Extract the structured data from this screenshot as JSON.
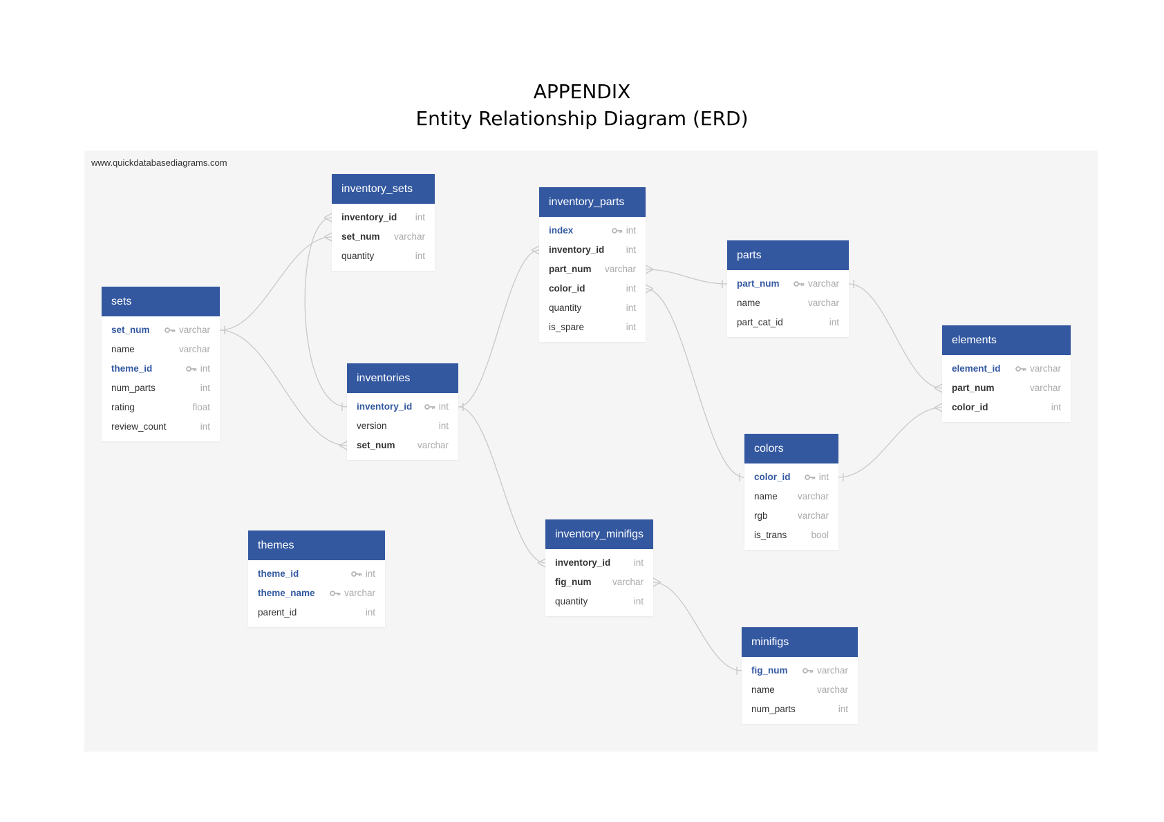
{
  "page": {
    "title_line1": "APPENDIX",
    "title_line2": "Entity Relationship Diagram (ERD)"
  },
  "diagram": {
    "watermark": "www.quickdatabasediagrams.com",
    "colors": {
      "header": "#3358a0",
      "link": "#c8c8c8",
      "background": "#f5f5f5"
    },
    "tables": {
      "inventory_sets": {
        "name": "inventory_sets",
        "columns": [
          {
            "name": "inventory_id",
            "type": "int",
            "pk": false,
            "fk": true
          },
          {
            "name": "set_num",
            "type": "varchar",
            "pk": false,
            "fk": true
          },
          {
            "name": "quantity",
            "type": "int",
            "pk": false,
            "fk": false
          }
        ]
      },
      "inventory_parts": {
        "name": "inventory_parts",
        "columns": [
          {
            "name": "index",
            "type": "int",
            "pk": true,
            "fk": false
          },
          {
            "name": "inventory_id",
            "type": "int",
            "pk": false,
            "fk": true
          },
          {
            "name": "part_num",
            "type": "varchar",
            "pk": false,
            "fk": true
          },
          {
            "name": "color_id",
            "type": "int",
            "pk": false,
            "fk": true
          },
          {
            "name": "quantity",
            "type": "int",
            "pk": false,
            "fk": false
          },
          {
            "name": "is_spare",
            "type": "int",
            "pk": false,
            "fk": false
          }
        ]
      },
      "parts": {
        "name": "parts",
        "columns": [
          {
            "name": "part_num",
            "type": "varchar",
            "pk": true,
            "fk": false
          },
          {
            "name": "name",
            "type": "varchar",
            "pk": false,
            "fk": false
          },
          {
            "name": "part_cat_id",
            "type": "int",
            "pk": false,
            "fk": false
          }
        ]
      },
      "sets": {
        "name": "sets",
        "columns": [
          {
            "name": "set_num",
            "type": "varchar",
            "pk": true,
            "fk": false
          },
          {
            "name": "name",
            "type": "varchar",
            "pk": false,
            "fk": false
          },
          {
            "name": "theme_id",
            "type": "int",
            "pk": true,
            "fk": false
          },
          {
            "name": "num_parts",
            "type": "int",
            "pk": false,
            "fk": false
          },
          {
            "name": "rating",
            "type": "float",
            "pk": false,
            "fk": false
          },
          {
            "name": "review_count",
            "type": "int",
            "pk": false,
            "fk": false
          }
        ]
      },
      "elements": {
        "name": "elements",
        "columns": [
          {
            "name": "element_id",
            "type": "varchar",
            "pk": true,
            "fk": false
          },
          {
            "name": "part_num",
            "type": "varchar",
            "pk": false,
            "fk": true
          },
          {
            "name": "color_id",
            "type": "int",
            "pk": false,
            "fk": true
          }
        ]
      },
      "inventories": {
        "name": "inventories",
        "columns": [
          {
            "name": "inventory_id",
            "type": "int",
            "pk": true,
            "fk": false
          },
          {
            "name": "version",
            "type": "int",
            "pk": false,
            "fk": false
          },
          {
            "name": "set_num",
            "type": "varchar",
            "pk": false,
            "fk": true
          }
        ]
      },
      "colors": {
        "name": "colors",
        "columns": [
          {
            "name": "color_id",
            "type": "int",
            "pk": true,
            "fk": false
          },
          {
            "name": "name",
            "type": "varchar",
            "pk": false,
            "fk": false
          },
          {
            "name": "rgb",
            "type": "varchar",
            "pk": false,
            "fk": false
          },
          {
            "name": "is_trans",
            "type": "bool",
            "pk": false,
            "fk": false
          }
        ]
      },
      "themes": {
        "name": "themes",
        "columns": [
          {
            "name": "theme_id",
            "type": "int",
            "pk": true,
            "fk": false
          },
          {
            "name": "theme_name",
            "type": "varchar",
            "pk": true,
            "fk": false
          },
          {
            "name": "parent_id",
            "type": "int",
            "pk": false,
            "fk": false
          }
        ]
      },
      "inventory_minifigs": {
        "name": "inventory_minifigs",
        "columns": [
          {
            "name": "inventory_id",
            "type": "int",
            "pk": false,
            "fk": true
          },
          {
            "name": "fig_num",
            "type": "varchar",
            "pk": false,
            "fk": true
          },
          {
            "name": "quantity",
            "type": "int",
            "pk": false,
            "fk": false
          }
        ]
      },
      "minifigs": {
        "name": "minifigs",
        "columns": [
          {
            "name": "fig_num",
            "type": "varchar",
            "pk": true,
            "fk": false
          },
          {
            "name": "name",
            "type": "varchar",
            "pk": false,
            "fk": false
          },
          {
            "name": "num_parts",
            "type": "int",
            "pk": false,
            "fk": false
          }
        ]
      }
    },
    "relationships": [
      {
        "from": "inventory_sets.set_num",
        "to": "sets.set_num",
        "cardinality": "many-to-one"
      },
      {
        "from": "inventories.set_num",
        "to": "sets.set_num",
        "cardinality": "many-to-one"
      },
      {
        "from": "inventory_sets.inventory_id",
        "to": "inventories.inventory_id",
        "cardinality": "many-to-one"
      },
      {
        "from": "inventory_parts.inventory_id",
        "to": "inventories.inventory_id",
        "cardinality": "many-to-one"
      },
      {
        "from": "inventory_minifigs.inventory_id",
        "to": "inventories.inventory_id",
        "cardinality": "many-to-one"
      },
      {
        "from": "inventory_parts.part_num",
        "to": "parts.part_num",
        "cardinality": "many-to-one"
      },
      {
        "from": "inventory_parts.color_id",
        "to": "colors.color_id",
        "cardinality": "many-to-one"
      },
      {
        "from": "elements.part_num",
        "to": "parts.part_num",
        "cardinality": "many-to-one"
      },
      {
        "from": "elements.color_id",
        "to": "colors.color_id",
        "cardinality": "many-to-one"
      },
      {
        "from": "inventory_minifigs.fig_num",
        "to": "minifigs.fig_num",
        "cardinality": "many-to-one"
      }
    ]
  }
}
